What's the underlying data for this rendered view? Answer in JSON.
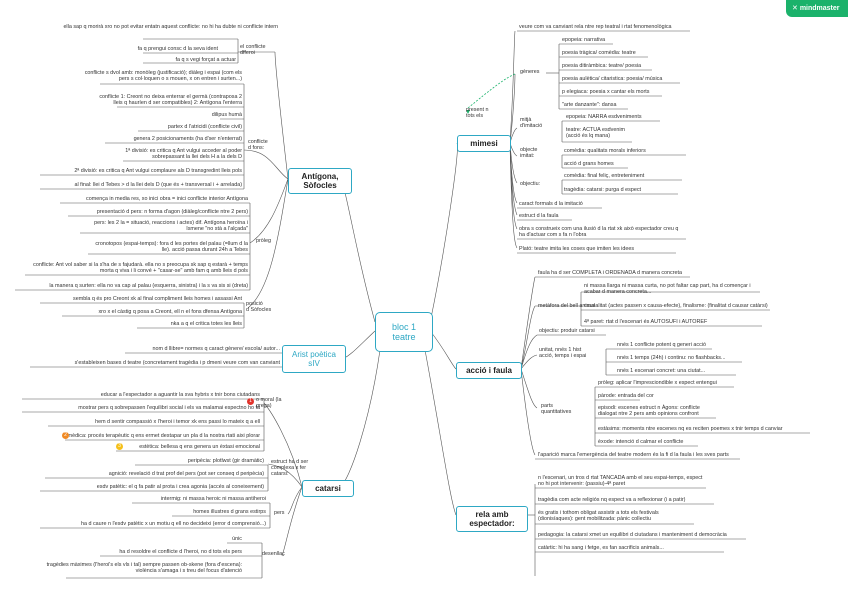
{
  "logo": {
    "text": "mindmaster",
    "color": "#1bb26b"
  },
  "center": {
    "line1": "bloc 1",
    "line2": "teatre"
  },
  "colors": {
    "accent": "#2ea8c4",
    "line": "#555555",
    "red": "#e2342c",
    "orange": "#f08a24",
    "yellow": "#f5c01a",
    "green": "#1bb26b"
  },
  "antigona": {
    "title1": "Antígona,",
    "title2": "Sòfocles",
    "el_conflicte": {
      "label1": "el conflicte",
      "label2": "dfferoi",
      "items": [
        "ella sap q morirà xro no pot evitar entatn aquest conflicte: no hi ha dubte ni conflicte intern",
        "fa q prengui consc d la seva ident",
        "fa q s vegi forçat a actuar"
      ]
    },
    "conflicte_dfons": {
      "label1": "conflicte",
      "label2": "d fons:",
      "items": [
        "conflicte s dvol amb: monòleg (justificació); diàleg i espai (com els pers s col·loquen o s mouen, x on entren i surten...)",
        "conflicte 1: Creont no deixa enterrar el germà (contraposa 2 lleis q hauríen d ser compatibles) 2: Antígona l'enterra",
        "dilipus humà",
        "partex d l'atricidi (conflicte civil)",
        "genera 2 posicionaments (ha d'ser n'enterrat)",
        "1ª divisió: es critica q Ant vulgui acceder al poder sobrepassant la llei dels H a la dels D",
        "2ª divisió: es critica q Ant vulgui complaure als D transgredint lleis pols",
        "al final: llei d Tebes > d la llei dels D (que és + transversal i + arrelada)"
      ]
    },
    "proleg": {
      "label": "pròleg",
      "items": [
        "comença in media res, xo inici obra = inici conflicte interior Antígona",
        "presentació d pers: n forma d'agon (diàleg/conflicte ntre 2 pers)",
        "pers: les 2 la = situació, reaccions i actes) dif. Antígona heroïna i Ismene \"no stà a l'alçada\"",
        "cronotopos (espai-temps): fora d les portes del palau (=llum d la lle). acció passa durant 24h a Tebes",
        "conflicte: Ant vol saber si la s'ha de s fajudarà. ella no s preocupa sk sap q estarà + temps morta q viva i li convé + \"casar-se\" amb fam q amb lleis d pols",
        "la manera q surten: ella no va cap al palau (esquerra, sinistra) i la s va sis si (dreta)"
      ]
    },
    "posicio": {
      "label1": "posició",
      "label2": "d Sòfocles",
      "items": [
        "sembla q és pro Creont xk al final compliment lleis homes i assassi Ant",
        "xro x el càstig q posa a Creont, ell n el fons dfensa Antígona",
        "nka a q el critica totes les lleis"
      ]
    }
  },
  "arist": {
    "title1": "Arist poètica",
    "title2": "sIV",
    "items": [
      "nom d llibre= normes q caract gènere/ escola/ autor...",
      "s'estableixen bases d teatre (concretament tragèdia i p dmeni veure com van canviant"
    ]
  },
  "catarsi": {
    "title": "catarsi",
    "items": [
      "educar a l'espectador a aguantir la sva hybris x tnir bons ciutadans",
      "mostrar pers q sobrepassen l'equilibri social i els va malamai espectno ho fa",
      "hem d sentir compassió x l'heroi i temor xk ens passi lo mateix q a ell",
      "mèdica: procés terapèutic q ens ermet destapar un pla d la nostra rtati aixi plorar",
      "estètica: bellesa q ens genera un èxtasi emocional"
    ],
    "num1": {
      "n": "1",
      "text1": "o moral (la",
      "text2": "grega)"
    },
    "num2": "2",
    "num3": "3",
    "estruct": {
      "label1": "estruct ha d ser",
      "label2": "complexa x fer",
      "label3": "catarsi:",
      "items": [
        "peripècia: plotlwst (gir dramàtic)",
        "agnició: revelació d trat prof del pers (pot ser conseq d peripècia)",
        "esdv patètic: el q fa patir al prota i crea agonia (accés al coneixement)"
      ]
    },
    "pers": {
      "label": "pers",
      "items": [
        "intermig: ni massa heroic ni massa antiheroi",
        "homes illustres d grans estirps",
        "ha d caure n l'esdv patètic x un motiu q ell no decideixi (error d comprensió...)"
      ]
    },
    "desenllac": {
      "label": "desenllaç",
      "items": [
        "únic",
        "ha d resoldre el conflicte d l'heroi, no d tots els pers",
        "tragèdies màximes (l'heroi's els vls i tal) sempre passen ob-skene (fora d'escena): violència s'amaga i s treu del focus d'atenció"
      ]
    }
  },
  "mimesi": {
    "title": "mimesi",
    "top": "veure com va canviant rela ntre rep teatral i rtat fenomenològica",
    "present": {
      "line1": "present n",
      "line2": "tots els"
    },
    "generes": {
      "label": "gèneres",
      "items": [
        "epopeia: narrativa",
        "poesia tràgica/ comèdia: teatre",
        "poesia ditiràmbica: teatre/ poesia",
        "poesia aulètica/ citaristica: poesia/ música",
        "p elegiaca: poesia x cantar els morts",
        "\"arte danzante\": dansa"
      ]
    },
    "mitja": {
      "label1": "mitjà",
      "label2": "d'imitació",
      "items": [
        "epopeia: NARRA esdveniments",
        "teatre: ACTUA esdvenim (acció és lq mana)"
      ]
    },
    "objecte": {
      "label1": "objecte",
      "label2": "imitat:",
      "items": [
        "comèdia: qualitats morals inferiors",
        "acció d grans homes"
      ]
    },
    "objectiu": {
      "label": "objectiu:",
      "items": [
        "comèdia: final feliç, entreteniment",
        "tragèdia: catarsi: purga d espect"
      ]
    },
    "rest": [
      "caract formals d la imitació",
      "estruct d la faula",
      "obra s construeix com una ilusió d la rtat xk això espectador creu q ha d'actuar com s fa n l'obra",
      "Plató: teatre imita les coses que imiten les idees"
    ]
  },
  "accio": {
    "title": "acció i faula",
    "top": "faula ha d ser COMPLETA i ORDENADA d manera concreta",
    "metafora": {
      "label": "metàfora del bell animal",
      "items": [
        "ni massa llarga ni massa curta, no pot faltar cap part, ha d començar i acabar d manera concreta...",
        "causalitat (actes passen x causa-efecte), finalisme: (finalitat d causar catàrsi)",
        "4ª paret: rtat d l'escenari és AUTOSUFI i AUTOREF"
      ]
    },
    "objectiu": "objectiu: produir catarsi",
    "unitat": {
      "label1": "unitat, nnés 1 hist",
      "label2": "acció, temps i espai",
      "items": [
        "nnés 1 conflicte potent q generi acció",
        "nnés 1 temps (24h) i continu: no flashbacks...",
        "nnés 1 escenari concret: una ciutat..."
      ]
    },
    "parts": {
      "label1": "parts",
      "label2": "quantitatives",
      "items": [
        "pròleg: aplicar l'impresciondible x espect entengui",
        "pàrode: entrada del cor",
        "episodi: escenes estruct n Àgons: conflicte dialogat ntre 2 pers amb opinions confront",
        "estàsims: moments ntre escenes nq es reciten poemes x tnir temps d canviar",
        "èxode: intenció d calmar el conflicte"
      ]
    },
    "bottom": "l'aparició marca l'emergència del teatre modern és la fi d la faula i les sves parts"
  },
  "rela": {
    "title1": "rela amb",
    "title2": "espectador:",
    "items": [
      "n l'escenari, un tros d rtat TANCADA amb el seu espai-temps, espect no hi pot intervenir: (passiu)-4ª paret",
      "tragèdia com acte religiós nq espect va a reflexionar (i a patir)",
      "és gratis i tothom obligat assistir a tots els festivals (dionisíaques): gent mobilitzada: pànic collectiu",
      "pedagogia: la catarsi xmet un equilibri d ciutadans i manteniment d democràcia",
      "catàrtic: hi ha sang i fetge, es fan sacrificis animals..."
    ]
  }
}
